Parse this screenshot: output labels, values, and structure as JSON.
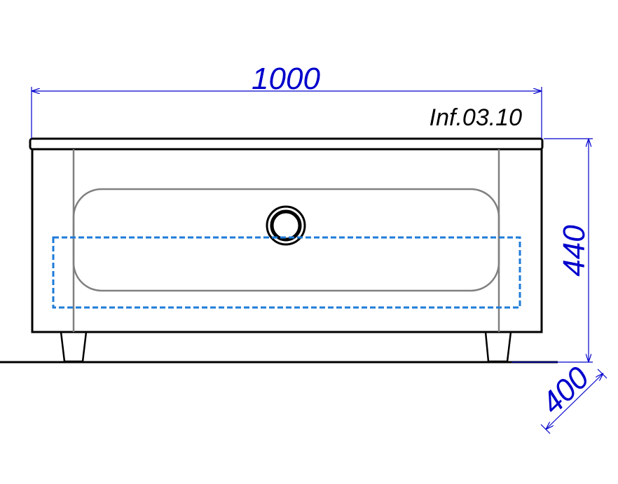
{
  "drawing": {
    "model_code": "Inf.03.10",
    "dimensions": {
      "width": "1000",
      "height": "440",
      "depth": "400"
    },
    "colors": {
      "dimension": "#0000cc",
      "outline": "#000000",
      "inner_lines": "#808080",
      "drawer_hint": "#1e7bd8"
    }
  }
}
